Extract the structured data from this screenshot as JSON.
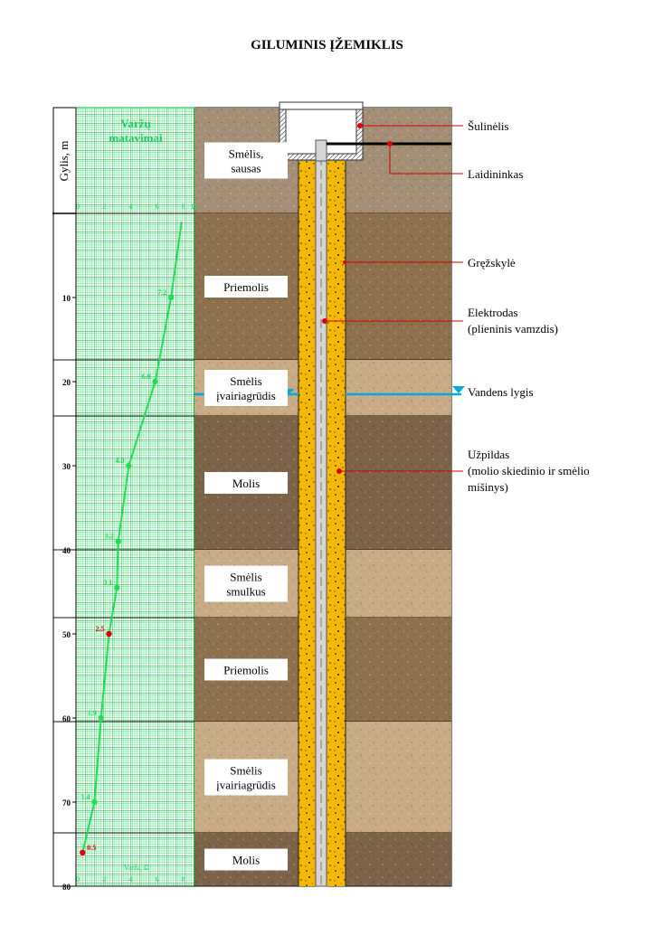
{
  "title": "GILUMINIS ĮŽEMIKLIS",
  "depth_axis": {
    "label": "Gylis, m",
    "ticks": [
      "10",
      "20",
      "30",
      "40",
      "50",
      "60",
      "70",
      "80"
    ]
  },
  "resistance_panel": {
    "header_line1": "Varžų",
    "header_line2": "matavimai",
    "top_scale": [
      "0",
      "2",
      "4",
      "6",
      "8",
      "Ω"
    ],
    "bottom_scale": [
      "0",
      "2",
      "4",
      "6",
      "8"
    ],
    "bottom_label": "Varža, Ω"
  },
  "measurements": [
    {
      "depth": 10,
      "value": 7.2,
      "label": "7.2",
      "highlight": false
    },
    {
      "depth": 20,
      "value": 6.0,
      "label": "6.0",
      "highlight": false
    },
    {
      "depth": 30,
      "value": 4.0,
      "label": "4.0",
      "highlight": false
    },
    {
      "depth": 39,
      "value": 3.2,
      "label": "3.2",
      "highlight": false
    },
    {
      "depth": 44.5,
      "value": 3.1,
      "label": "3.1",
      "highlight": false
    },
    {
      "depth": 50,
      "value": 2.5,
      "label": "2.5",
      "highlight": true
    },
    {
      "depth": 60,
      "value": 1.9,
      "label": "1.9",
      "highlight": false
    },
    {
      "depth": 70,
      "value": 1.4,
      "label": "1.4",
      "highlight": false
    },
    {
      "depth": 76,
      "value": 0.5,
      "label": "0.5",
      "highlight": true
    }
  ],
  "line_top": {
    "depth": 1,
    "value": 8.0
  },
  "layers": [
    {
      "lines": [
        "Smėlis,",
        "sausas"
      ],
      "type": "sand-dry"
    },
    {
      "lines": [
        "Priemolis"
      ],
      "type": "loam"
    },
    {
      "lines": [
        "Smėlis",
        "įvairiagrūdis"
      ],
      "type": "sand"
    },
    {
      "lines": [
        "Molis"
      ],
      "type": "clay"
    },
    {
      "lines": [
        "Smėlis",
        "smulkus"
      ],
      "type": "sand-fine"
    },
    {
      "lines": [
        "Priemolis"
      ],
      "type": "loam"
    },
    {
      "lines": [
        "Smėlis",
        "įvairiagrūdis"
      ],
      "type": "sand"
    },
    {
      "lines": [
        "Molis"
      ],
      "type": "clay"
    }
  ],
  "annotations": {
    "well": "Šulinėlis",
    "conductor": "Laidininkas",
    "borehole": "Gręžskylė",
    "electrode_line1": "Elektrodas",
    "electrode_line2": "(plieninis vamzdis)",
    "water_level": "Vandens lygis",
    "filler_line1": "Užpildas",
    "filler_line2": "(molio skiedinio ir smėlio",
    "filler_line3": "mišinys)"
  },
  "colors": {
    "grid": "#00cc44",
    "resistance_line": "#22dd55",
    "highlight": "#dd0000",
    "filler": "#f5b800",
    "water": "#00aadd",
    "sand": "#c8ab85",
    "loam": "#8e704c",
    "clay": "#7d6348",
    "dry_sand": "#a58f74"
  }
}
